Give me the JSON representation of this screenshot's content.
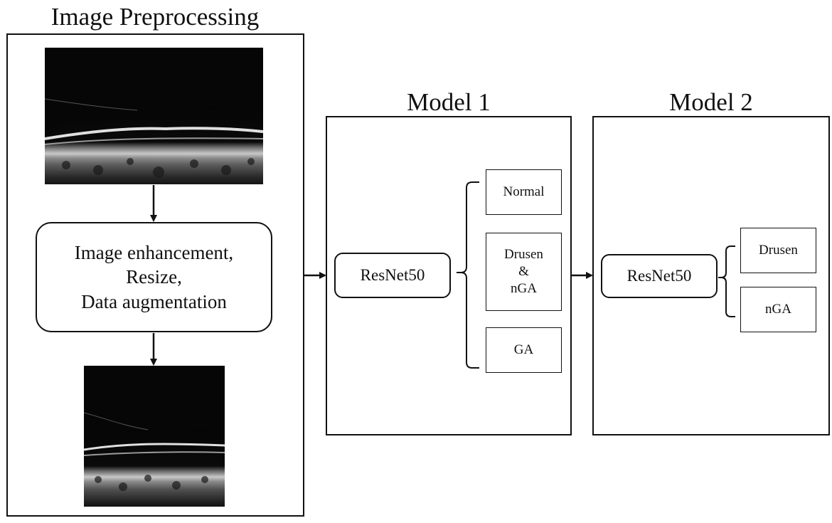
{
  "preprocessing": {
    "title": "Image Preprocessing",
    "input_image": "oct-retina-scan",
    "steps": [
      "Image enhancement,",
      "Resize,",
      "Data augmentation"
    ],
    "output_image": "oct-retina-scan-resized"
  },
  "model1": {
    "title": "Model 1",
    "network": "ResNet50",
    "classes": [
      {
        "lines": [
          "Normal"
        ]
      },
      {
        "lines": [
          "Drusen",
          "&",
          "nGA"
        ]
      },
      {
        "lines": [
          "GA"
        ]
      }
    ]
  },
  "model2": {
    "title": "Model 2",
    "network": "ResNet50",
    "classes": [
      {
        "lines": [
          "Drusen"
        ]
      },
      {
        "lines": [
          "nGA"
        ]
      }
    ]
  },
  "colors": {
    "stroke": "#111111",
    "background": "#ffffff",
    "scan": "#080808"
  }
}
